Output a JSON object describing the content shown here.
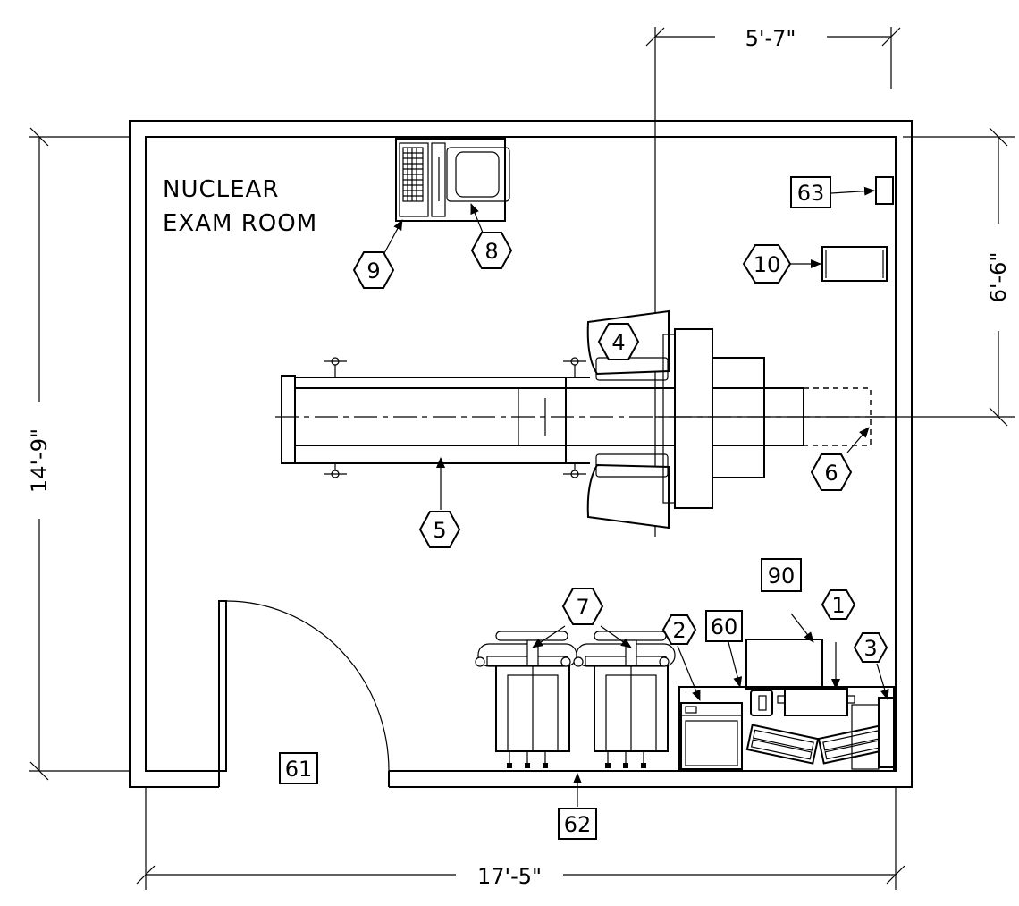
{
  "room": {
    "line1": "NUCLEAR",
    "line2": "EXAM ROOM"
  },
  "dimensions": {
    "top": "5'-7\"",
    "right": "6'-6\"",
    "left": "14'-9\"",
    "bottom": "17'-5\""
  },
  "hex_tags": {
    "t1": "1",
    "t2": "2",
    "t3": "3",
    "t4": "4",
    "t5": "5",
    "t6": "6",
    "t7": "7",
    "t8": "8",
    "t9": "9",
    "t10": "10"
  },
  "box_tags": {
    "b60": "60",
    "b61": "61",
    "b62": "62",
    "b63": "63",
    "b90": "90"
  },
  "colors": {
    "line": "#000000",
    "background": "#ffffff"
  }
}
